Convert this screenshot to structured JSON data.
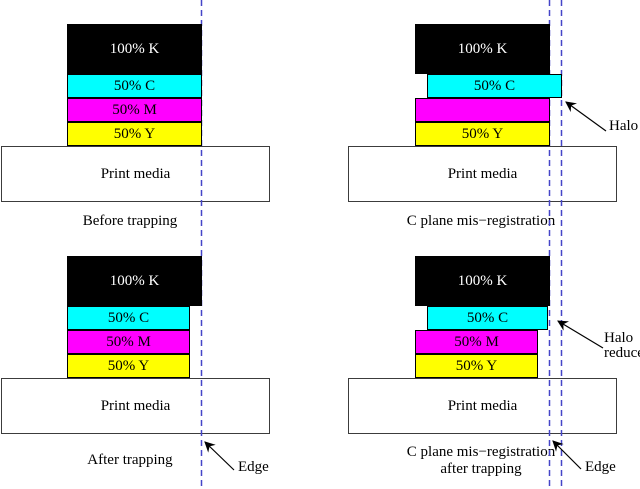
{
  "colors": {
    "k": "#000000",
    "c": "#00ffff",
    "m": "#ff00ff",
    "y": "#ffff00",
    "media": "#ffffff",
    "dash": "#4545c8",
    "arrow": "#000000",
    "ktext": "#ffffff",
    "text": "#000000"
  },
  "panels": {
    "top_left": {
      "caption": "Before trapping",
      "bars": {
        "k": "100% K",
        "c": "50% C",
        "m": "50% M",
        "y": "50% Y"
      },
      "media": "Print media"
    },
    "top_right": {
      "caption": "C plane mis−registration",
      "bars": {
        "k": "100% K",
        "c": "50% C",
        "m": "",
        "y": "50% Y"
      },
      "media": "Print media",
      "halo_label": "Halo"
    },
    "bottom_left": {
      "caption": "After trapping",
      "bars": {
        "k": "100% K",
        "c": "50% C",
        "m": "50% M",
        "y": "50% Y"
      },
      "media": "Print media",
      "edge_label": "Edge"
    },
    "bottom_right": {
      "caption_line1": "C plane mis−registration",
      "caption_line2": "after trapping",
      "bars": {
        "k": "100% K",
        "c": "50% C",
        "m": "50% M",
        "y": "50% Y"
      },
      "media": "Print media",
      "halo_label_line1": "Halo",
      "halo_label_line2": "reduced",
      "edge_label": "Edge"
    }
  }
}
